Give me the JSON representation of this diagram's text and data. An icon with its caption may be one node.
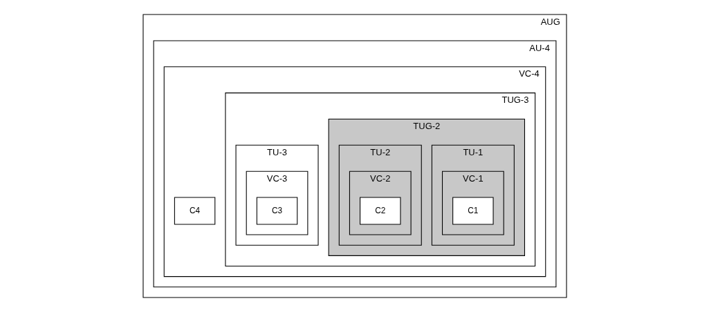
{
  "diagram": {
    "nodes": [
      {
        "text": [
          "AUG"
        ]
      },
      {
        "text": [
          "AU-4"
        ],
        "in": 0
      },
      {
        "text": [
          "VC-4"
        ],
        "in": 1
      },
      {
        "text": [
          "TUG-3"
        ],
        "in": 2
      },
      {
        "text": [
          "TUG-2"
        ],
        "in": 3
      },
      {
        "text": [
          "TU-1"
        ],
        "in": 4
      },
      {
        "text": [
          "VC-1"
        ],
        "in": 5
      },
      {
        "text": [
          "C1"
        ],
        "in": 6
      },
      {
        "text": [
          "TU-2"
        ],
        "in": 4
      },
      {
        "text": [
          "VC-2"
        ],
        "in": 8
      },
      {
        "text": [
          "C2"
        ],
        "in": 9
      },
      {
        "text": [
          "TU-3"
        ],
        "in": 3
      },
      {
        "text": [
          "VC-3"
        ],
        "in": 11
      },
      {
        "text": [
          "C3"
        ],
        "in": 12
      },
      {
        "text": [
          "C4"
        ],
        "in": 2
      }
    ]
  }
}
